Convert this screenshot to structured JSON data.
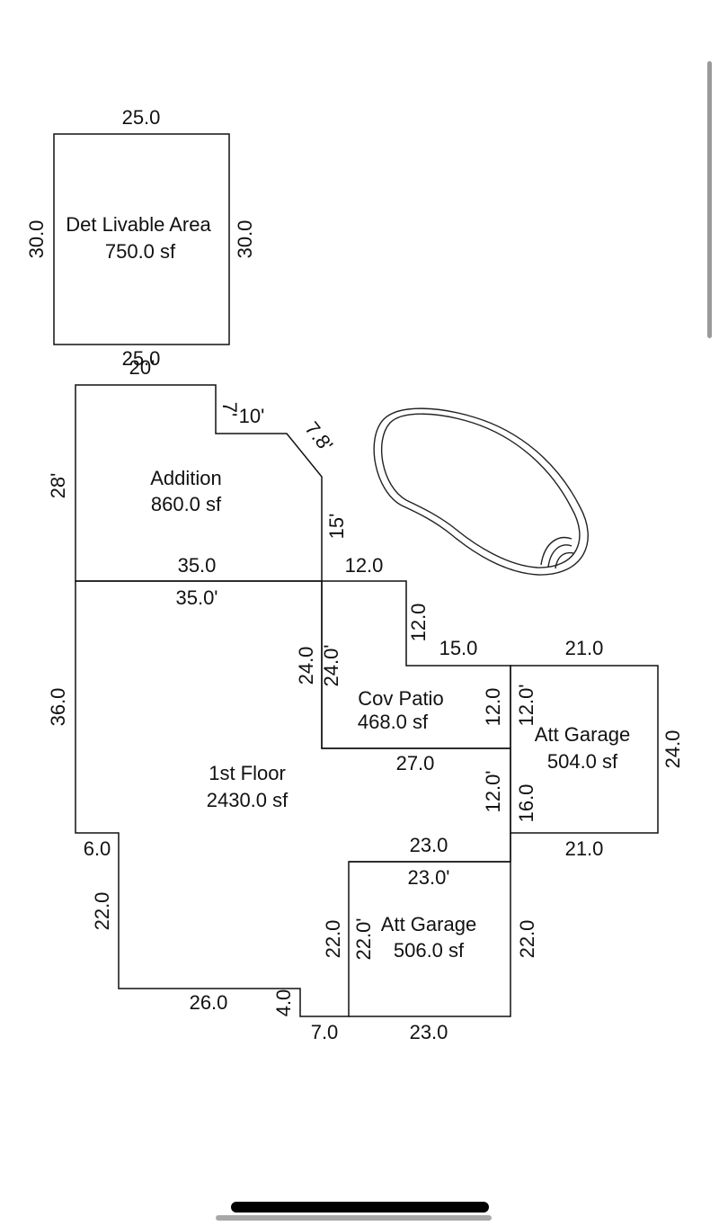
{
  "colors": {
    "line": "#111111",
    "background": "#ffffff",
    "scrollbar": "#9a9a9a"
  },
  "areas": {
    "detached": {
      "name": "Det Livable Area",
      "area": "750.0 sf"
    },
    "addition": {
      "name": "Addition",
      "area": "860.0 sf"
    },
    "first_floor": {
      "name": "1st Floor",
      "area": "2430.0 sf"
    },
    "cov_patio": {
      "name": "Cov Patio",
      "area": "468.0 sf"
    },
    "att_garage_1": {
      "name": "Att Garage",
      "area": "504.0 sf"
    },
    "att_garage_2": {
      "name": "Att Garage",
      "area": "506.0 sf"
    }
  },
  "dims": {
    "det_top": "25.0",
    "det_bottom": "25.0",
    "det_left": "30.0",
    "det_right": "30.0",
    "add_top": "20'",
    "add_notch_v": "7'",
    "add_notch_h": "10'",
    "add_diag": "7.8'",
    "add_right": "15'",
    "add_left": "28'",
    "add_bottom": "35.0",
    "ff_top": "35.0'",
    "ff_left": "36.0",
    "ff_step": "6.0",
    "ff_lower_left": "22.0",
    "ff_bottom": "26.0",
    "ff_jog_v": "4.0",
    "ff_jog_h": "7.0",
    "patio_top": "12.0",
    "patio_right_upper": "12.0",
    "patio_step": "15.0",
    "patio_left_outer": "24.0",
    "patio_left_inner": "24.0'",
    "patio_right": "12.0",
    "patio_bottom": "27.0",
    "ff_right": "12.0'",
    "g1_top": "21.0",
    "g1_right": "24.0",
    "g1_bottom": "21.0",
    "g1_left": "12.0'",
    "g1_left_lower": "16.0",
    "g2_top_outer": "23.0",
    "g2_top_inner": "23.0'",
    "g2_left_outer": "22.0",
    "g2_left_inner": "22.0'",
    "g2_right": "22.0",
    "g2_bottom": "23.0"
  }
}
